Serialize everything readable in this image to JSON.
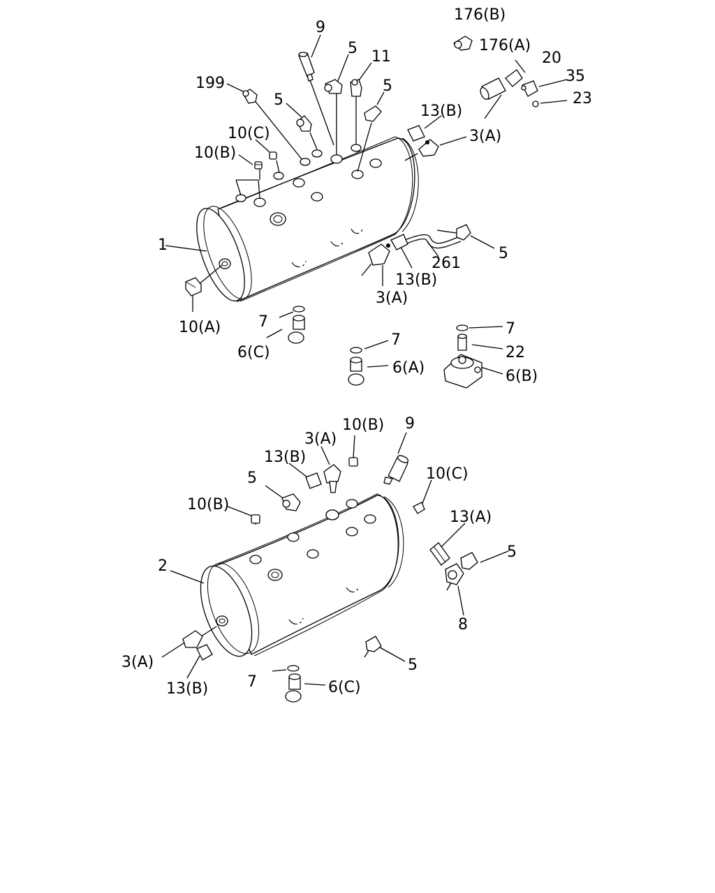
{
  "diagram": {
    "colors": {
      "ink": "#000000",
      "paper": "#ffffff"
    },
    "callouts_top": [
      {
        "id": "t176b",
        "text": "176(B)"
      },
      {
        "id": "t176a",
        "text": "176(A)"
      },
      {
        "id": "t20",
        "text": "20"
      },
      {
        "id": "t35",
        "text": "35"
      },
      {
        "id": "t23",
        "text": "23"
      },
      {
        "id": "t9",
        "text": "9"
      },
      {
        "id": "t5a",
        "text": "5"
      },
      {
        "id": "t11",
        "text": "11"
      },
      {
        "id": "t5b",
        "text": "5"
      },
      {
        "id": "t199",
        "text": "199"
      },
      {
        "id": "t5c",
        "text": "5"
      },
      {
        "id": "t13b1",
        "text": "13(B)"
      },
      {
        "id": "t3a1",
        "text": "3(A)"
      },
      {
        "id": "t10c",
        "text": "10(C)"
      },
      {
        "id": "t10b",
        "text": "10(B)"
      },
      {
        "id": "t1",
        "text": "1"
      },
      {
        "id": "t5d",
        "text": "5"
      },
      {
        "id": "t261",
        "text": "261"
      },
      {
        "id": "t13b2",
        "text": "13(B)"
      },
      {
        "id": "t3a2",
        "text": "3(A)"
      },
      {
        "id": "t10a",
        "text": "10(A)"
      },
      {
        "id": "t7a",
        "text": "7"
      },
      {
        "id": "t6c",
        "text": "6(C)"
      },
      {
        "id": "t7b",
        "text": "7"
      },
      {
        "id": "t6a",
        "text": "6(A)"
      },
      {
        "id": "t7c",
        "text": "7"
      },
      {
        "id": "t22",
        "text": "22"
      },
      {
        "id": "t6b",
        "text": "6(B)"
      }
    ],
    "callouts_bottom": [
      {
        "id": "b9",
        "text": "9"
      },
      {
        "id": "b10b1",
        "text": "10(B)"
      },
      {
        "id": "b3a1",
        "text": "3(A)"
      },
      {
        "id": "b13b1",
        "text": "13(B)"
      },
      {
        "id": "b5a",
        "text": "5"
      },
      {
        "id": "b10b2",
        "text": "10(B)"
      },
      {
        "id": "b10c",
        "text": "10(C)"
      },
      {
        "id": "b13a",
        "text": "13(A)"
      },
      {
        "id": "b5b",
        "text": "5"
      },
      {
        "id": "b2",
        "text": "2"
      },
      {
        "id": "b8",
        "text": "8"
      },
      {
        "id": "b3a2",
        "text": "3(A)"
      },
      {
        "id": "b13b2",
        "text": "13(B)"
      },
      {
        "id": "b5c",
        "text": "5"
      },
      {
        "id": "b7",
        "text": "7"
      },
      {
        "id": "b6c",
        "text": "6(C)"
      }
    ]
  }
}
